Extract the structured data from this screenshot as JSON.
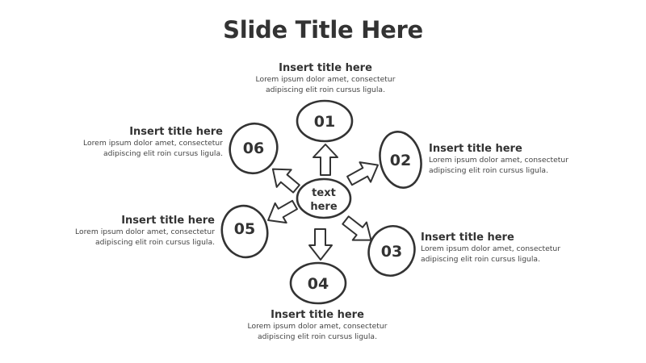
{
  "slide": {
    "title": "Slide Title Here"
  },
  "colors": {
    "stroke": "#333333",
    "text": "#333333",
    "background": "#ffffff"
  },
  "center_node": {
    "line1": "text",
    "line2": "here"
  },
  "nodes": [
    {
      "number": "01",
      "title": "Insert title here",
      "desc_line1": "Lorem ipsum dolor amet, consectetur",
      "desc_line2": "adipiscing elit roin cursus ligula."
    },
    {
      "number": "02",
      "title": "Insert title here",
      "desc_line1": "Lorem ipsum dolor amet, consectetur",
      "desc_line2": "adipiscing elit roin cursus ligula."
    },
    {
      "number": "03",
      "title": "Insert title here",
      "desc_line1": "Lorem ipsum dolor amet, consectetur",
      "desc_line2": "adipiscing elit roin cursus ligula."
    },
    {
      "number": "04",
      "title": "Insert title here",
      "desc_line1": "Lorem ipsum dolor amet, consectetur",
      "desc_line2": "adipiscing elit roin cursus ligula."
    },
    {
      "number": "05",
      "title": "Insert title here",
      "desc_line1": "Lorem ipsum dolor amet, consectetur",
      "desc_line2": "adipiscing elit roin cursus ligula."
    },
    {
      "number": "06",
      "title": "Insert title here",
      "desc_line1": "Lorem ipsum dolor amet, consectetur",
      "desc_line2": "adipiscing elit roin cursus ligula."
    }
  ]
}
